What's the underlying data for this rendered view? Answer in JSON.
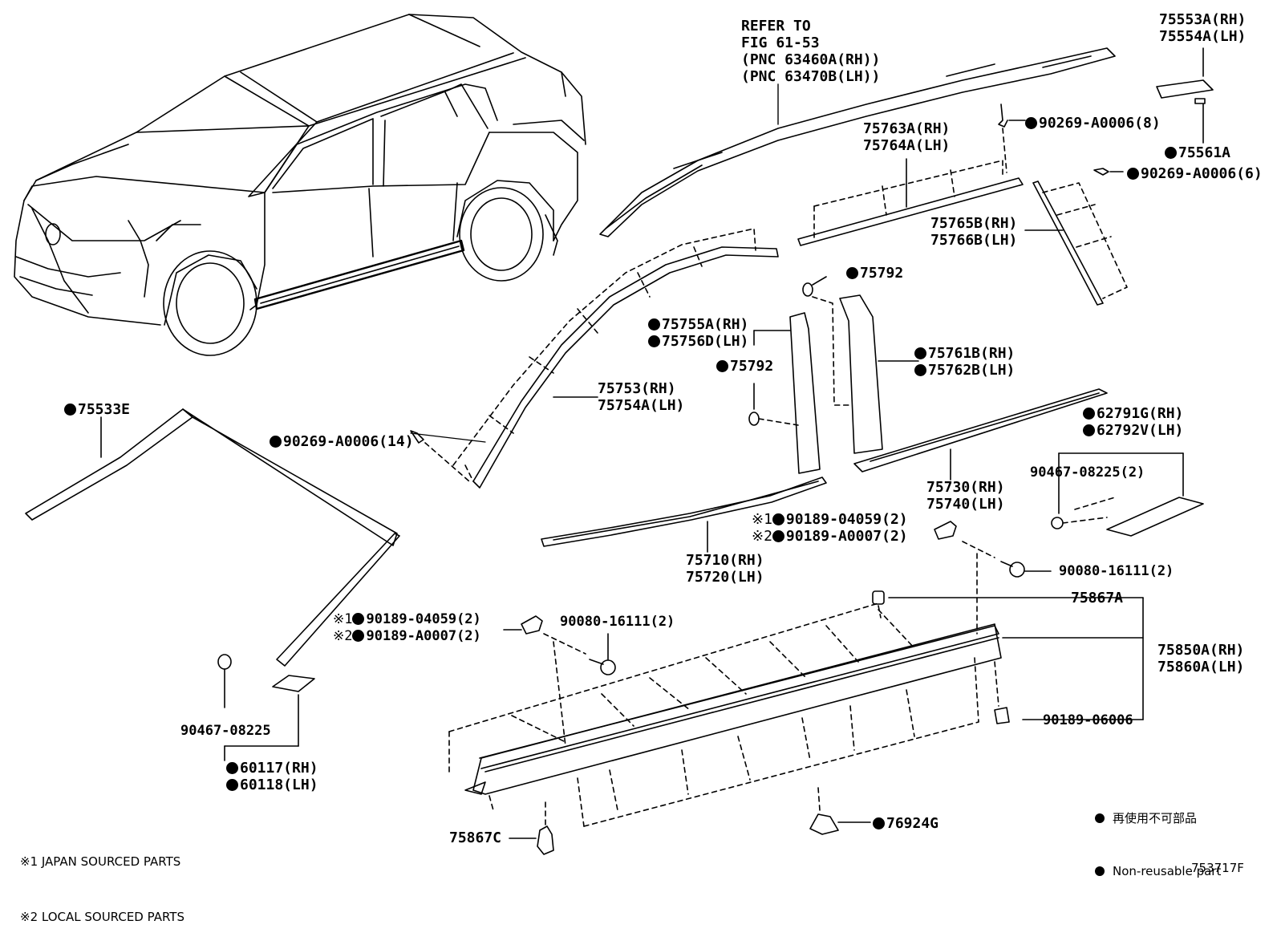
{
  "refer": [
    "REFER TO",
    "FIG 61-53",
    "(PNC 63460A(RH))",
    "(PNC 63470B(LH))"
  ],
  "labels": {
    "p75553": [
      "75553A(RH)",
      "75554A(LH)"
    ],
    "p90269_8": "90269-A0006(8)",
    "p75561": "75561A",
    "p75763": [
      "75763A(RH)",
      "75764A(LH)"
    ],
    "p90269_6": "90269-A0006(6)",
    "p75765": [
      "75765B(RH)",
      "75766B(LH)"
    ],
    "p75792a": "75792",
    "p75755": [
      "75755A(RH)",
      "75756D(LH)"
    ],
    "p75761": [
      "75761B(RH)",
      "75762B(LH)"
    ],
    "p75792b": "75792",
    "p75753": [
      "75753(RH)",
      "75754A(LH)"
    ],
    "p75533": "75533E",
    "p90269_14": "90269-A0006(14)",
    "p62791": [
      "62791G(RH)",
      "62792V(LH)"
    ],
    "p90467_2": "90467-08225(2)",
    "p75730": [
      "75730(RH)",
      "75740(LH)"
    ],
    "mark1": "※1",
    "mark2": "※2",
    "p90189_a1": "90189-04059(2)",
    "p90189_a2": "90189-A0007(2)",
    "p75710": [
      "75710(RH)",
      "75720(LH)"
    ],
    "p90080_a": "90080-16111(2)",
    "p75867a": "75867A",
    "p75850": [
      "75850A(RH)",
      "75860A(LH)"
    ],
    "p90189_b1": "90189-04059(2)",
    "p90189_b2": "90189-A0007(2)",
    "p90080_b": "90080-16111(2)",
    "p90189_06006": "90189-06006",
    "p90467": "90467-08225",
    "p60117": [
      "60117(RH)",
      "60118(LH)"
    ],
    "p75867c": "75867C",
    "p76924": "76924G"
  },
  "legend": {
    "jp": "再使用不可部品",
    "en": "Non-reusable part"
  },
  "notes": [
    "※1 JAPAN SOURCED PARTS",
    "※2 LOCAL SOURCED PARTS"
  ],
  "diagram_id": "753717F"
}
